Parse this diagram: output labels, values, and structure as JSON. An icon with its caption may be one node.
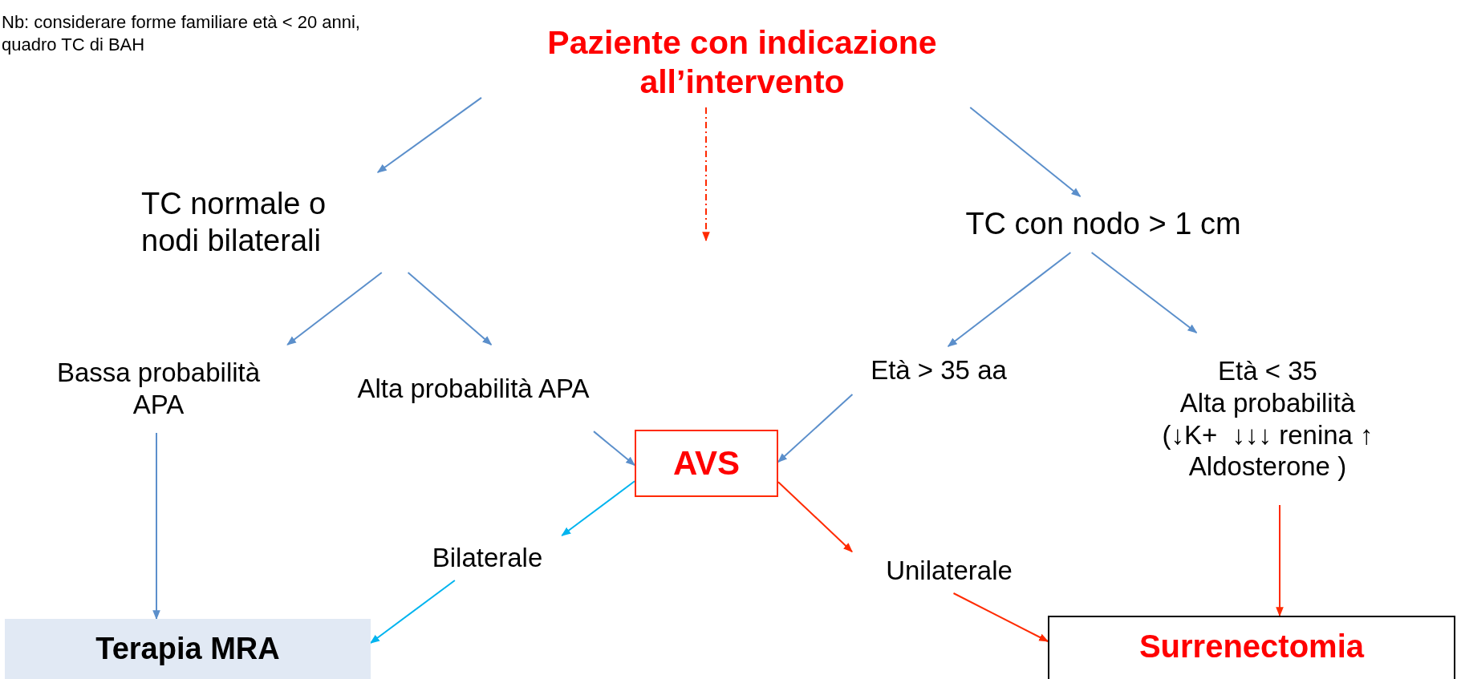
{
  "diagram": {
    "nodes": [
      {
        "text": [
          "Paziente con indicazione all’intervento"
        ]
      },
      {
        "text": [
          "TC normale o nodi bilaterali"
        ]
      },
      {
        "text": [
          "TC con nodo > 1 cm"
        ]
      },
      {
        "text": [
          "Bassa probabilità APA"
        ]
      },
      {
        "text": [
          "Alta probabilità APA"
        ]
      },
      {
        "text": [
          "Età > 35 aa"
        ]
      },
      {
        "text": [
          "Età < 35",
          "Alta probabilità",
          "(↓K+  ↓↓↓ renina ↑ Aldosterone )"
        ]
      },
      {
        "text": [
          "AVS"
        ]
      },
      {
        "text": [
          "Bilaterale"
        ]
      },
      {
        "text": [
          "Unilaterale"
        ]
      },
      {
        "text": [
          "Terapia MRA"
        ]
      },
      {
        "text": [
          "Surrenectomia"
        ]
      }
    ],
    "edges": [
      {
        "from": 0,
        "to": 1,
        "arrow": "to"
      },
      {
        "from": 0,
        "to": 2,
        "arrow": "to"
      },
      {
        "from": 0,
        "to": null,
        "arrow": "to",
        "style": "dashed",
        "color": "#ff2a00"
      },
      {
        "from": 1,
        "to": 3,
        "arrow": "to"
      },
      {
        "from": 1,
        "to": 4,
        "arrow": "to"
      },
      {
        "from": 2,
        "to": 5,
        "arrow": "to"
      },
      {
        "from": 2,
        "to": 6,
        "arrow": "to"
      },
      {
        "from": 3,
        "to": 10,
        "arrow": "to"
      },
      {
        "from": 4,
        "to": 7,
        "arrow": "to"
      },
      {
        "from": 5,
        "to": 7,
        "arrow": "to"
      },
      {
        "from": 6,
        "to": 11,
        "arrow": "to",
        "color": "#ff2a00"
      },
      {
        "from": 7,
        "to": 8,
        "arrow": "to",
        "color": "#00b4ef"
      },
      {
        "from": 7,
        "to": 9,
        "arrow": "to",
        "color": "#ff2a00"
      },
      {
        "from": 8,
        "to": 10,
        "arrow": "to",
        "color": "#00b4ef"
      },
      {
        "from": 9,
        "to": 11,
        "arrow": "to",
        "color": "#ff2a00"
      }
    ],
    "labels": [
      "Nb: considerare forme familiare età < 20 anni, quadro TC di BAH"
    ]
  }
}
